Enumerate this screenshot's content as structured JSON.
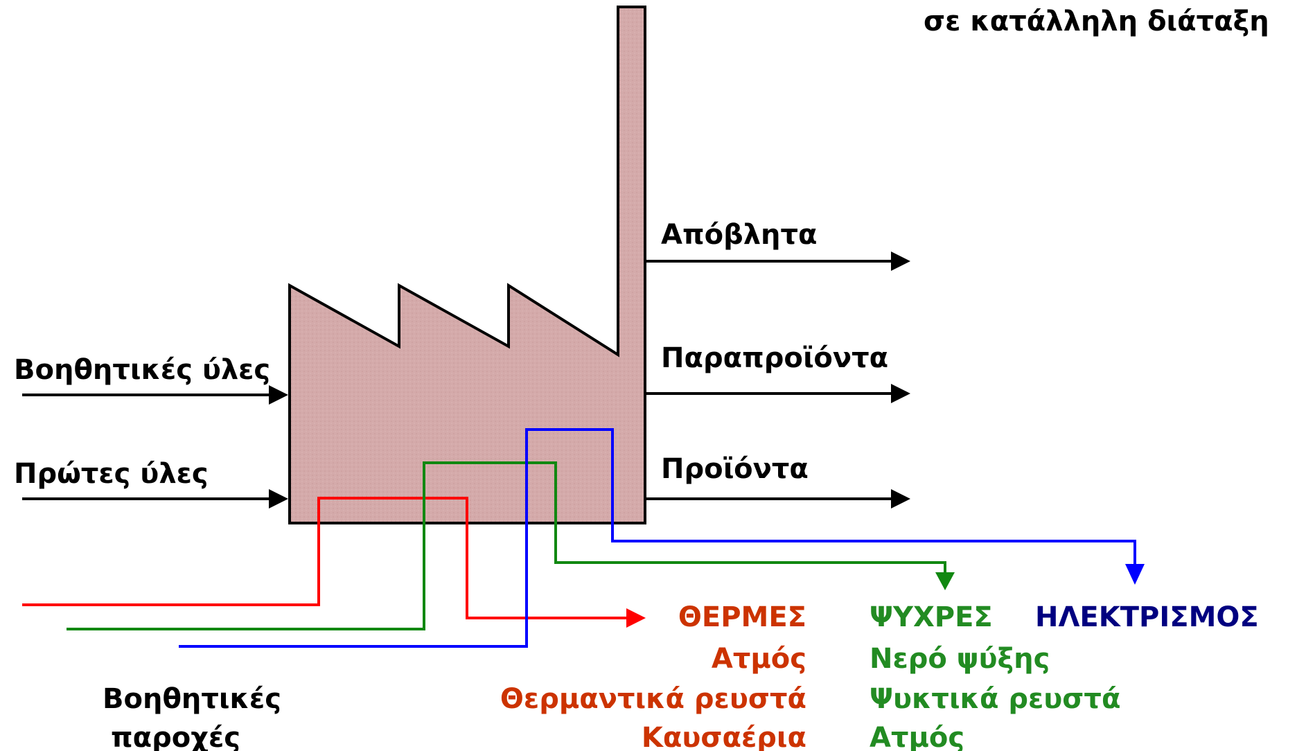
{
  "header_text": "σε κατάλληλη διάταξη",
  "inputs": {
    "auxiliary_materials": "Βοηθητικές ύλες",
    "raw_materials": "Πρώτες ύλες"
  },
  "outputs": {
    "waste": "Απόβλητα",
    "byproducts": "Παραπροϊόντα",
    "products": "Προϊόντα"
  },
  "utilities": {
    "label_line1": "Βοηθητικές",
    "label_line2": "παροχές",
    "hot": {
      "title": "ΘΕΡΜΕΣ",
      "items": [
        "Ατμός",
        "Θερμαντικά ρευστά",
        "Καυσαέρια"
      ],
      "color": "#cc3300",
      "line_color": "#ff0000"
    },
    "cold": {
      "title": "ΨΥΧΡΕΣ",
      "items": [
        "Νερό ψύξης",
        "Ψυκτικά ρευστά",
        "Ατμός"
      ],
      "color": "#228b22",
      "line_color": "#118811"
    },
    "electric": {
      "title": "ΗΛΕΚΤΡΙΣΜΟΣ",
      "color": "#000080",
      "line_color": "#0000ff"
    }
  },
  "factory_color": "#d4aaaa"
}
